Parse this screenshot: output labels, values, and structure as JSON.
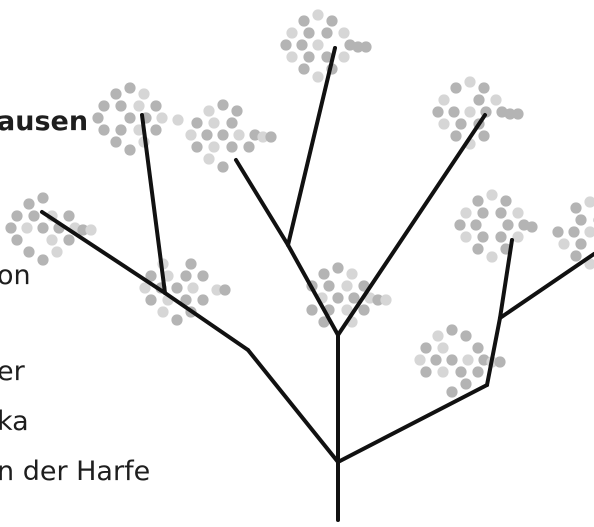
{
  "lines": [
    {
      "text": "ausen",
      "bold": true
    },
    {
      "text": "on",
      "bold": false
    },
    {
      "text": "er",
      "bold": false
    },
    {
      "text": "ka",
      "bold": false
    },
    {
      "text": "n der Harfe",
      "bold": false
    }
  ],
  "colors": {
    "text": "#1e1e1e",
    "branch": "#111111",
    "dot_mid": "#b4b4b4",
    "dot_light": "#d6d6d6",
    "background": "#ffffff"
  }
}
